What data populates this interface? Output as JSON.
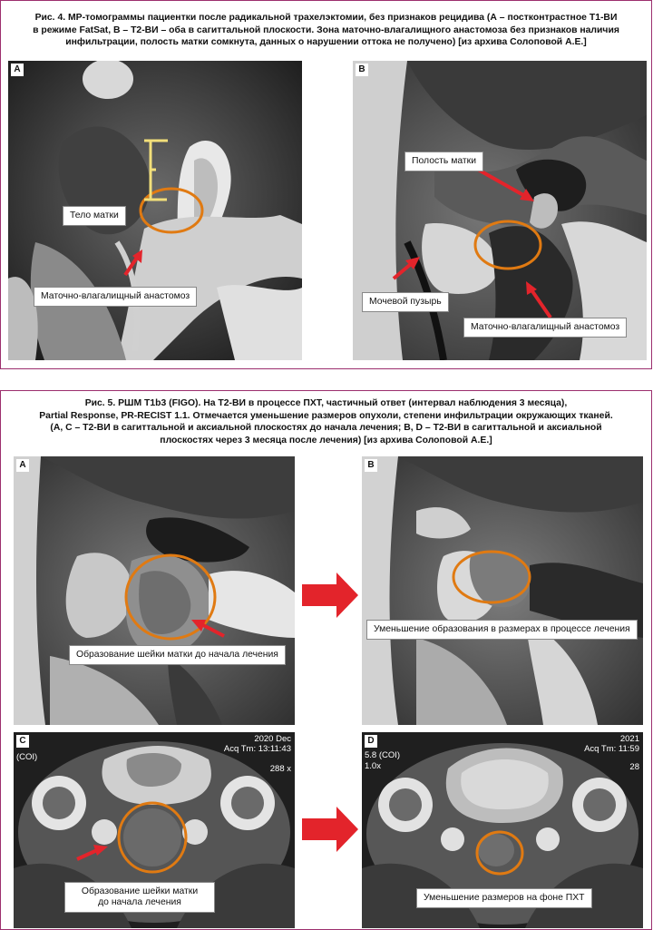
{
  "colors": {
    "frame": "#9c2f6e",
    "ellipse": "#e07a12",
    "arrow": "#e3242b",
    "bracket": "#f2df7a"
  },
  "figure4": {
    "caption": [
      "Рис. 4. МР-томограммы пациентки после радикальной трахелэктомии, без признаков рецидива (А – постконтрастное Т1-ВИ",
      "в режиме FatSat, В – Т2-ВИ – оба в сагиттальной плоскости. Зона маточно-влагалищного анастомоза без признаков наличия",
      "инфильтрации, полость матки сомкнута, данных о нарушении оттока не получено) [из архива Солоповой А.Е.]"
    ],
    "panel_a": {
      "letter": "A",
      "labels": {
        "body": "Тело матки",
        "anastomosis": "Маточно-влагалищный анастомоз"
      }
    },
    "panel_b": {
      "letter": "B",
      "labels": {
        "cavity": "Полость матки",
        "bladder": "Мочевой пузырь",
        "anastomosis": "Маточно-влагалищный анастомоз"
      }
    }
  },
  "figure5": {
    "caption": [
      "Рис. 5. РШМ T1b3 (FIGO). На Т2-ВИ в процессе ПХТ, частичный ответ (интервал наблюдения 3 месяца),",
      "Partial Response, PR-RECIST 1.1. Отмечается уменьшение размеров опухоли, степени инфильтрации окружающих тканей.",
      "(A, C – T2-ВИ в сагиттальной и аксиальной плоскостях до начала лечения; B, D – T2-ВИ в сагиттальной и аксиальной",
      "плоскостях через 3 месяца после лечения) [из архива Солоповой А.Е.]"
    ],
    "panel_a": {
      "letter": "A",
      "label": "Образование шейки матки до начала лечения"
    },
    "panel_b": {
      "letter": "B",
      "label": "Уменьшение образования в размерах в процессе лечения"
    },
    "panel_c": {
      "letter": "C",
      "label_line1": "Образование шейки матки",
      "label_line2": "до начала лечения",
      "overlay": {
        "date": "2020 Dec",
        "acq": "Acq Tm: 13:11:43",
        "coi": "(COI)",
        "matrix": "288 x"
      }
    },
    "panel_d": {
      "letter": "D",
      "label": "Уменьшение размеров на фоне ПХТ",
      "overlay": {
        "date": "2021",
        "acq": "Acq Tm: 11:59",
        "coi": "5.8 (COI)",
        "zoom": "1.0x",
        "matrix": "28"
      }
    }
  }
}
